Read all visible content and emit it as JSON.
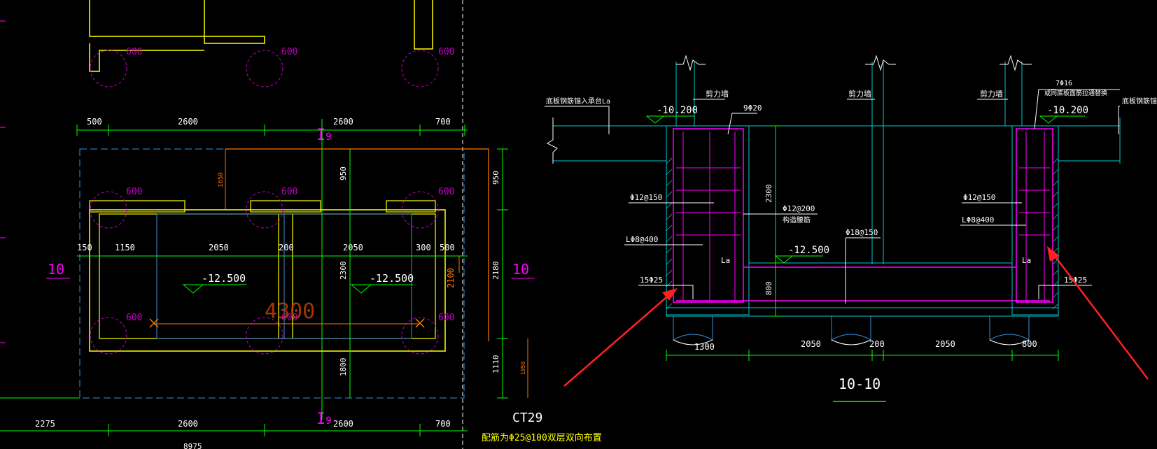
{
  "colors": {
    "background": "#000000",
    "dimension": "#00ff00",
    "outline": "#ffff00",
    "pile": "#c000c0",
    "blue_line": "#3a8fd8",
    "cyan_line": "#00c8d0",
    "magenta": "#ff00ff",
    "orange": "#ff7a00",
    "white": "#ffffff",
    "red_arrow": "#ff2020"
  },
  "plan": {
    "top_dims": [
      "500",
      "2600",
      "2600",
      "700"
    ],
    "axis_top": "9",
    "axis_bottom": "9",
    "bottom_dims": [
      "2275",
      "2600",
      "2600",
      "700"
    ],
    "total_bottom": "8975",
    "pile_label": "600",
    "mid_dims": [
      "150",
      "1150",
      "2050",
      "200",
      "2050",
      "300",
      "500"
    ],
    "vert_right": [
      "950",
      "2180",
      "1110"
    ],
    "vert_center": [
      "950",
      "2300",
      "1800"
    ],
    "small_vert": "1650",
    "small_vert2": "2100",
    "small_vert3": "1050",
    "elev_left": "-12.500",
    "elev_right": "-12.500",
    "section_mark": "10",
    "big_label": "4300",
    "cap_name": "CT29",
    "cap_note": "配筋为Φ25@100双层双向布置"
  },
  "section": {
    "title": "10-10",
    "top_elev_left": "-10.200",
    "top_elev_right": "-10.200",
    "mid_elev": "-12.500",
    "left_note": "底板钢筋锚入承台La",
    "right_note": "底板钢筋锚入承台La",
    "wall_label_1": "剪力墙",
    "wall_label_2": "剪力墙",
    "wall_label_3": "剪力墙",
    "rebar_top": "9Φ20",
    "rebar_left_1": "Φ12@150",
    "rebar_left_2": "LΦ8@400",
    "rebar_left_3": "15Φ25",
    "rebar_mid": "Φ12@200",
    "rebar_mid_note": "构造腰筋",
    "rebar_mid2": "Φ18@150",
    "rebar_right_1": "Φ12@150",
    "rebar_right_2": "LΦ8@400",
    "rebar_right_3": "15Φ25",
    "rebar_right_top": "7Φ16",
    "rebar_right_top_note": "或同底板面筋拉通替换",
    "la_left": "La",
    "la_right": "La",
    "dim_vert_1": "2300",
    "dim_vert_2": "800",
    "bottom_dims": [
      "1300",
      "2050",
      "200",
      "2050",
      "800"
    ]
  }
}
